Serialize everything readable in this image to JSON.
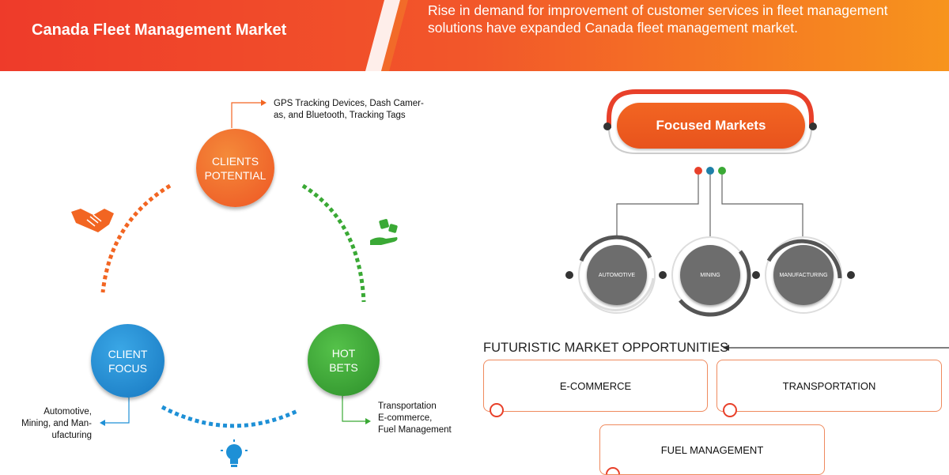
{
  "header": {
    "title": "Canada Fleet Management Market",
    "description": "Rise in demand for improvement of customer services in fleet management solutions have expanded Canada fleet management market."
  },
  "cycle": {
    "clients_potential": {
      "label_line1": "CLIENTS",
      "label_line2": "POTENTIAL",
      "note_line1": "GPS Tracking Devices, Dash Camer-",
      "note_line2": "as, and Bluetooth, Tracking Tags"
    },
    "client_focus": {
      "label_line1": "CLIENT",
      "label_line2": "FOCUS",
      "note_line1": "Automotive,",
      "note_line2": "Mining, and Man-",
      "note_line3": "ufacturing"
    },
    "hot_bets": {
      "label_line1": "HOT",
      "label_line2": "BETS",
      "note_line1": "Transportation",
      "note_line2": "E-commerce,",
      "note_line3": "Fuel Management"
    }
  },
  "focused_markets": {
    "title": "Focused Markets",
    "items": [
      "AUTOMOTIVE",
      "MINING",
      "MANUFACTURING"
    ]
  },
  "opportunities": {
    "title": "FUTURISTIC MARKET OPPORTUNITIES",
    "items": [
      "E-COMMERCE",
      "TRANSPORTATION",
      "FUEL MANAGEMENT"
    ]
  },
  "icons": [
    "handshake-icon",
    "dice-hand-icon",
    "lightbulb-icon"
  ],
  "colors": {
    "orange": "#f26522",
    "red_orange": "#e8402a",
    "blue": "#1e90d6",
    "green": "#3aa935",
    "gray": "#6d6d6d"
  }
}
